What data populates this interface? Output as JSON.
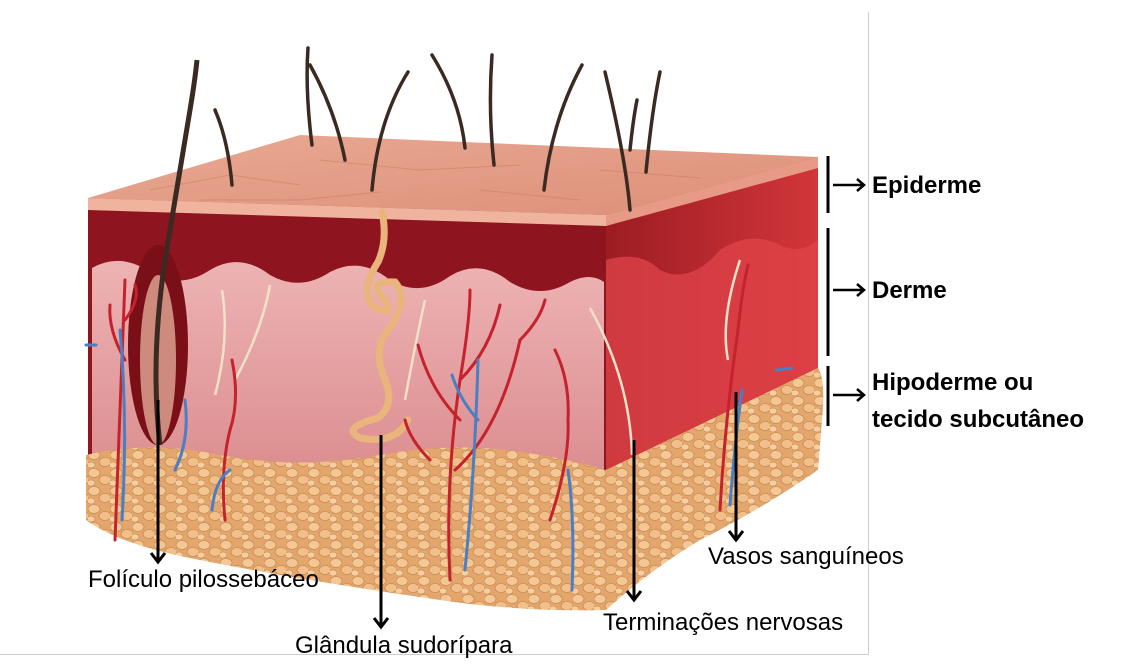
{
  "layers": {
    "epidermis": "Epiderme",
    "dermis": "Derme",
    "hypodermis_line1": "Hipoderme ou",
    "hypodermis_line2": "tecido subcutâneo"
  },
  "parts": {
    "hair_follicle": "Folículo pilossebáceo",
    "sweat_gland": "Glândula sudorípara",
    "nerve_endings": "Terminações nervosas",
    "blood_vessels": "Vasos sanguíneos"
  },
  "colors": {
    "epidermis": "#e8a48e",
    "dermis_dark": "#8e1520",
    "dermis_light": "#e7a3a6",
    "fat": "#e8b27a",
    "artery": "#c4232e",
    "vein": "#4a7fc4",
    "gland": "#e9b57c",
    "hair": "#3a2a22"
  }
}
